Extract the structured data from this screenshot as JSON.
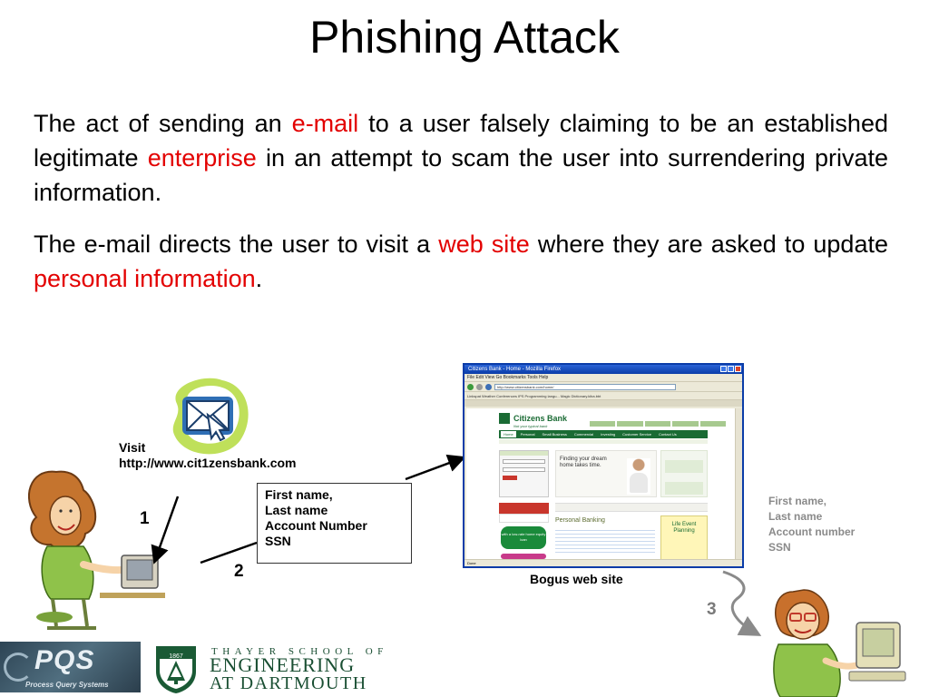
{
  "slide": {
    "title": "Phishing Attack",
    "paragraph1": {
      "t1": "The act of sending an ",
      "h1": "e-mail",
      "t2": " to a user falsely claiming to be an established legitimate ",
      "h2": "enterprise",
      "t3": " in an attempt to scam the user into surrendering private information."
    },
    "paragraph2": {
      "t1": "The e-mail directs the user to visit a ",
      "h1": "web site",
      "t2": " where they are asked to update ",
      "h2": "personal information",
      "t3": "."
    },
    "highlight_color": "#e30000"
  },
  "diagram": {
    "visit_line1": "Visit",
    "visit_line2": "http://www.cit1zensbank.com",
    "step1": "1",
    "step2": "2",
    "step3": "3",
    "form_fields": [
      "First name,",
      "Last name",
      "Account Number",
      "SSN"
    ],
    "stolen_fields": [
      "First name,",
      "Last name",
      "Account number",
      "SSN"
    ],
    "caption": "Bogus web site",
    "icons": [
      "email-envelope-icon",
      "victim-woman-illustration",
      "attacker-woman-illustration"
    ]
  },
  "browser": {
    "window_title": "Citizens Bank - Home - Mozilla Firefox",
    "menu": "File  Edit  View  Go  Bookmarks  Tools  Help",
    "url": "http://www.citizensbank.com/home/",
    "bookmarks": "Linkspat  Weather  Conferences  IPS  Programming langu...  Magic  Dictionary.kiba.bbt",
    "status": "Done",
    "site": {
      "logo": "Citizens Bank",
      "tagline": "Not your typical bank",
      "nav": [
        "Home",
        "Personal",
        "Small Business",
        "Commercial",
        "Investing",
        "Customer Service",
        "Contact Us"
      ],
      "hero": "Finding your dream home takes time.",
      "promo": "with a low-rate home equity loan",
      "section": "Personal Banking",
      "life_event": "Life Event Planning"
    }
  },
  "logos": {
    "pqs": "PQS",
    "pqs_sub": "Process Query Systems",
    "thayer_line1": "THAYER SCHOOL OF",
    "thayer_line2": "ENGINEERING",
    "thayer_line3": "AT DARTMOUTH",
    "thayer_year": "1867"
  }
}
